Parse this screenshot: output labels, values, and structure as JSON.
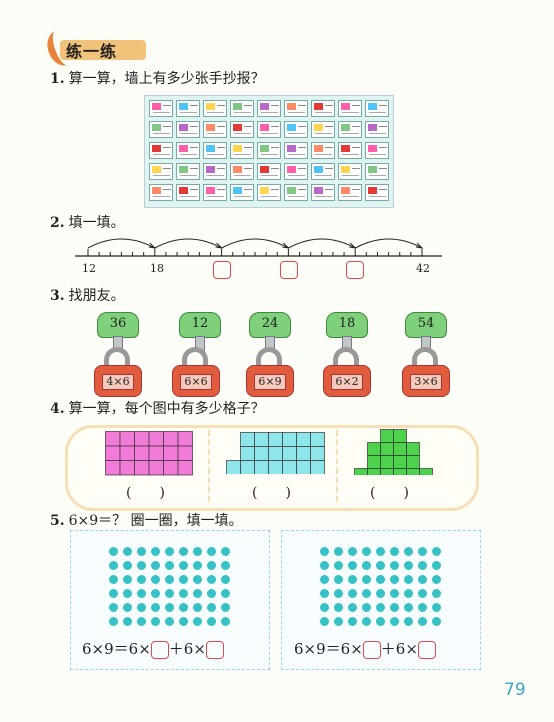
{
  "section_title": "练一练",
  "q1": {
    "num": "1.",
    "text": "算一算，墙上有多少张手抄报？"
  },
  "q2": {
    "num": "2.",
    "text": "填一填。",
    "labels": [
      "12",
      "18",
      "42"
    ]
  },
  "q3": {
    "num": "3.",
    "text": "找朋友。",
    "keys": [
      "36",
      "12",
      "24",
      "18",
      "54"
    ],
    "locks": [
      "4×6",
      "6×6",
      "6×9",
      "6×2",
      "3×6"
    ]
  },
  "q4": {
    "num": "4.",
    "text": "算一算，每个图中有多少格子？",
    "paren": "(　　)"
  },
  "q5": {
    "num": "5.",
    "text": "6×9＝？ 圈一圈，填一填。",
    "eq_left": "6×9＝6×",
    "eq_mid": "＋6×"
  },
  "colors": {
    "grid_pink": "#f27ad9",
    "grid_cyan": "#8fe6ea",
    "grid_green": "#4cd24c",
    "dot": "#36c2c4",
    "accent_red": "#e04a4a"
  },
  "page_number": "79"
}
